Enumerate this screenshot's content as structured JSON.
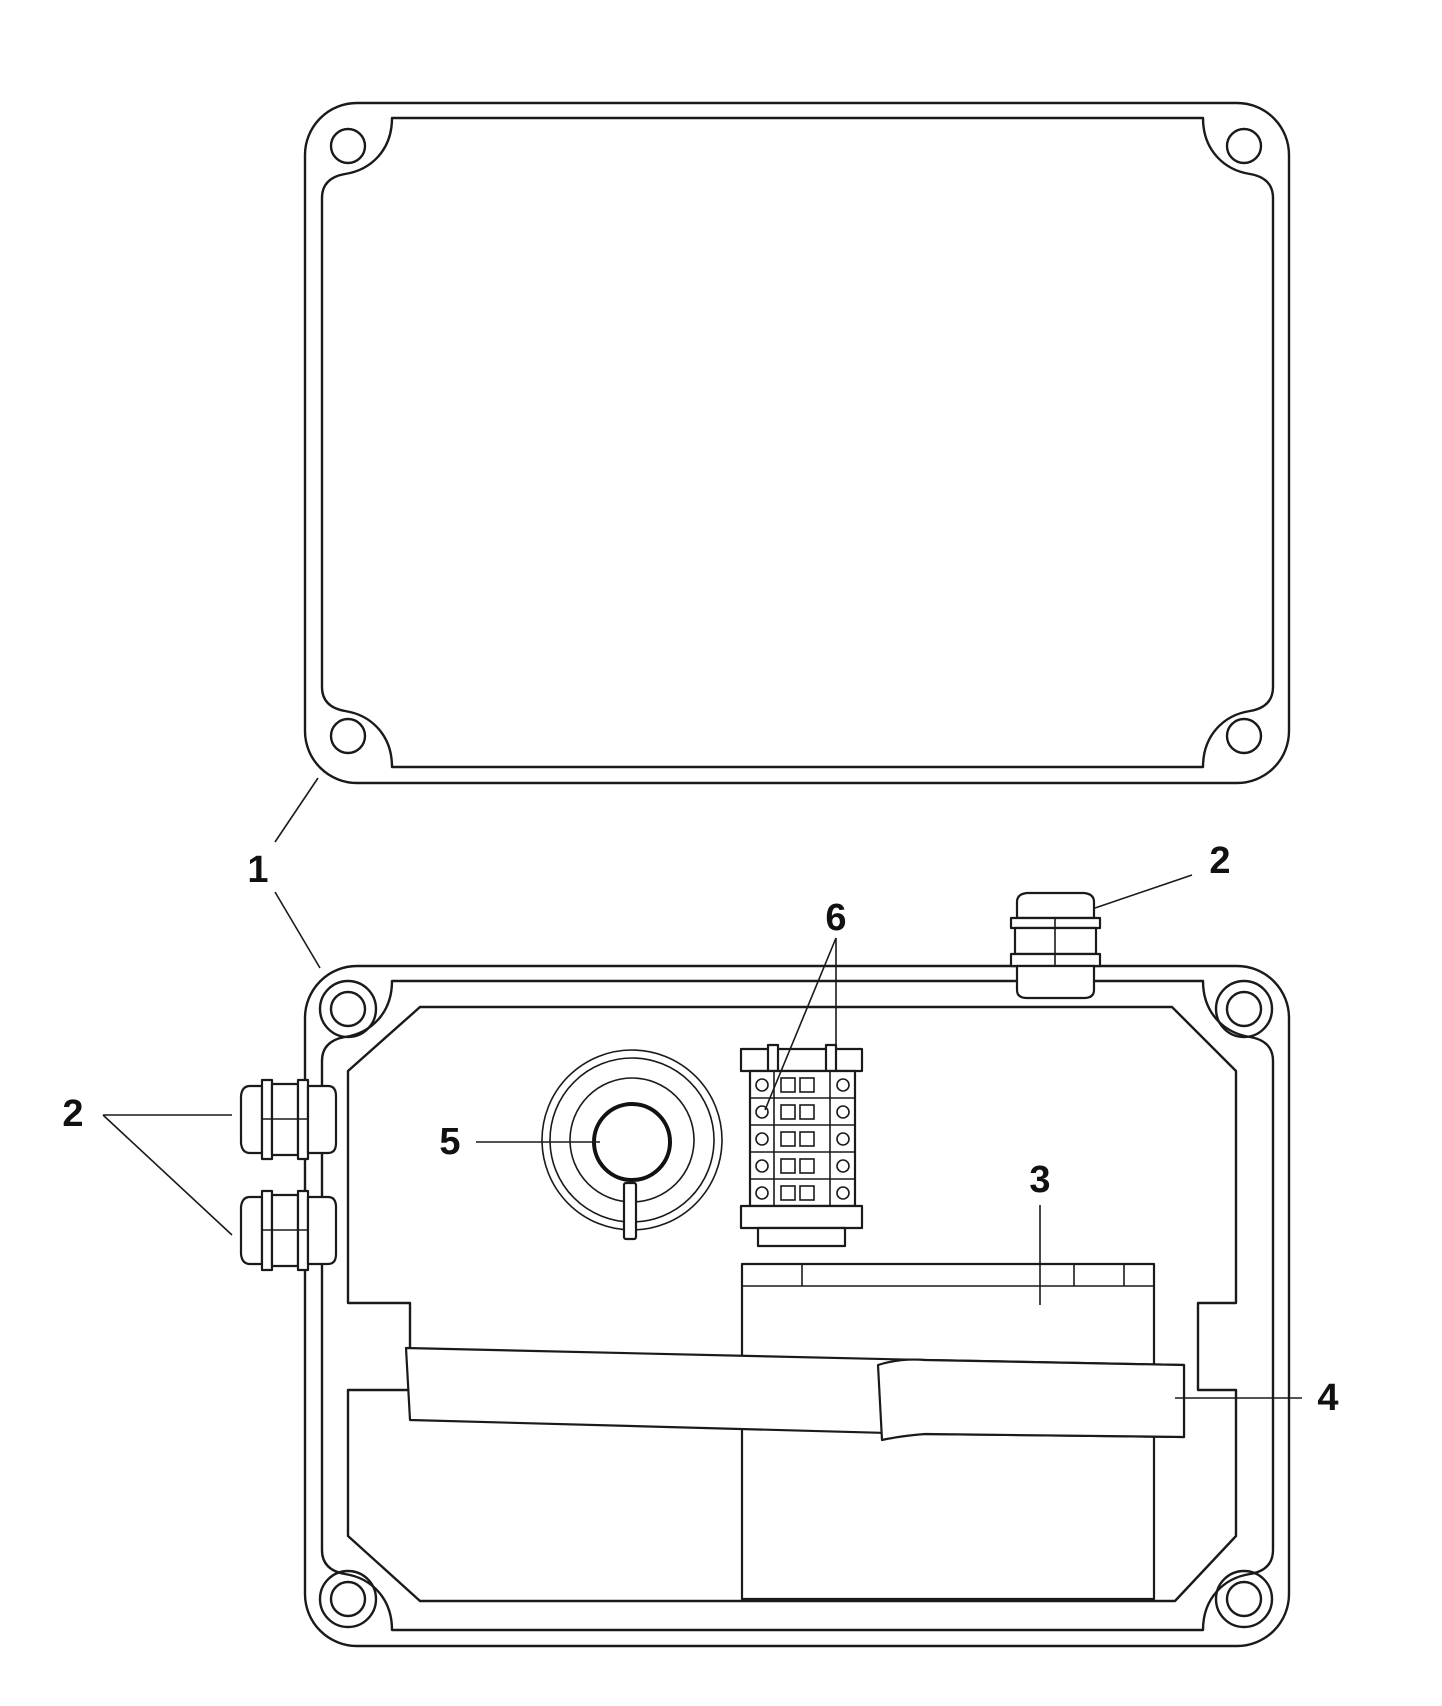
{
  "callouts": {
    "c1": "1",
    "c2_top": "2",
    "c2_left": "2",
    "c3": "3",
    "c4": "4",
    "c5": "5",
    "c6": "6"
  }
}
